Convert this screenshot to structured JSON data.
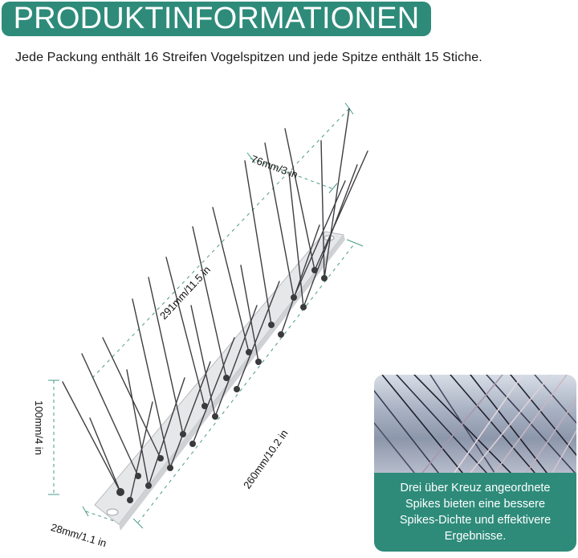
{
  "header": {
    "title": "PRODUKTINFORMATIONEN",
    "accent_color": "#2e8b7a"
  },
  "subtitle": "Jede Packung enthält 16 Streifen Vogelspitzen und jede Spitze enthält 15 Stiche.",
  "dimensions": {
    "spike_spread": "76mm/3 in",
    "total_length": "291mm/11.5 in",
    "base_length": "260mm/10.2 in",
    "height": "100mm/4 in",
    "base_width": "28mm/1.1 in"
  },
  "inset": {
    "caption_lines": [
      "Drei über Kreuz angeordnete",
      "Spikes bieten eine bessere",
      "Spikes-Dichte und effektivere",
      "Ergebnisse."
    ]
  }
}
